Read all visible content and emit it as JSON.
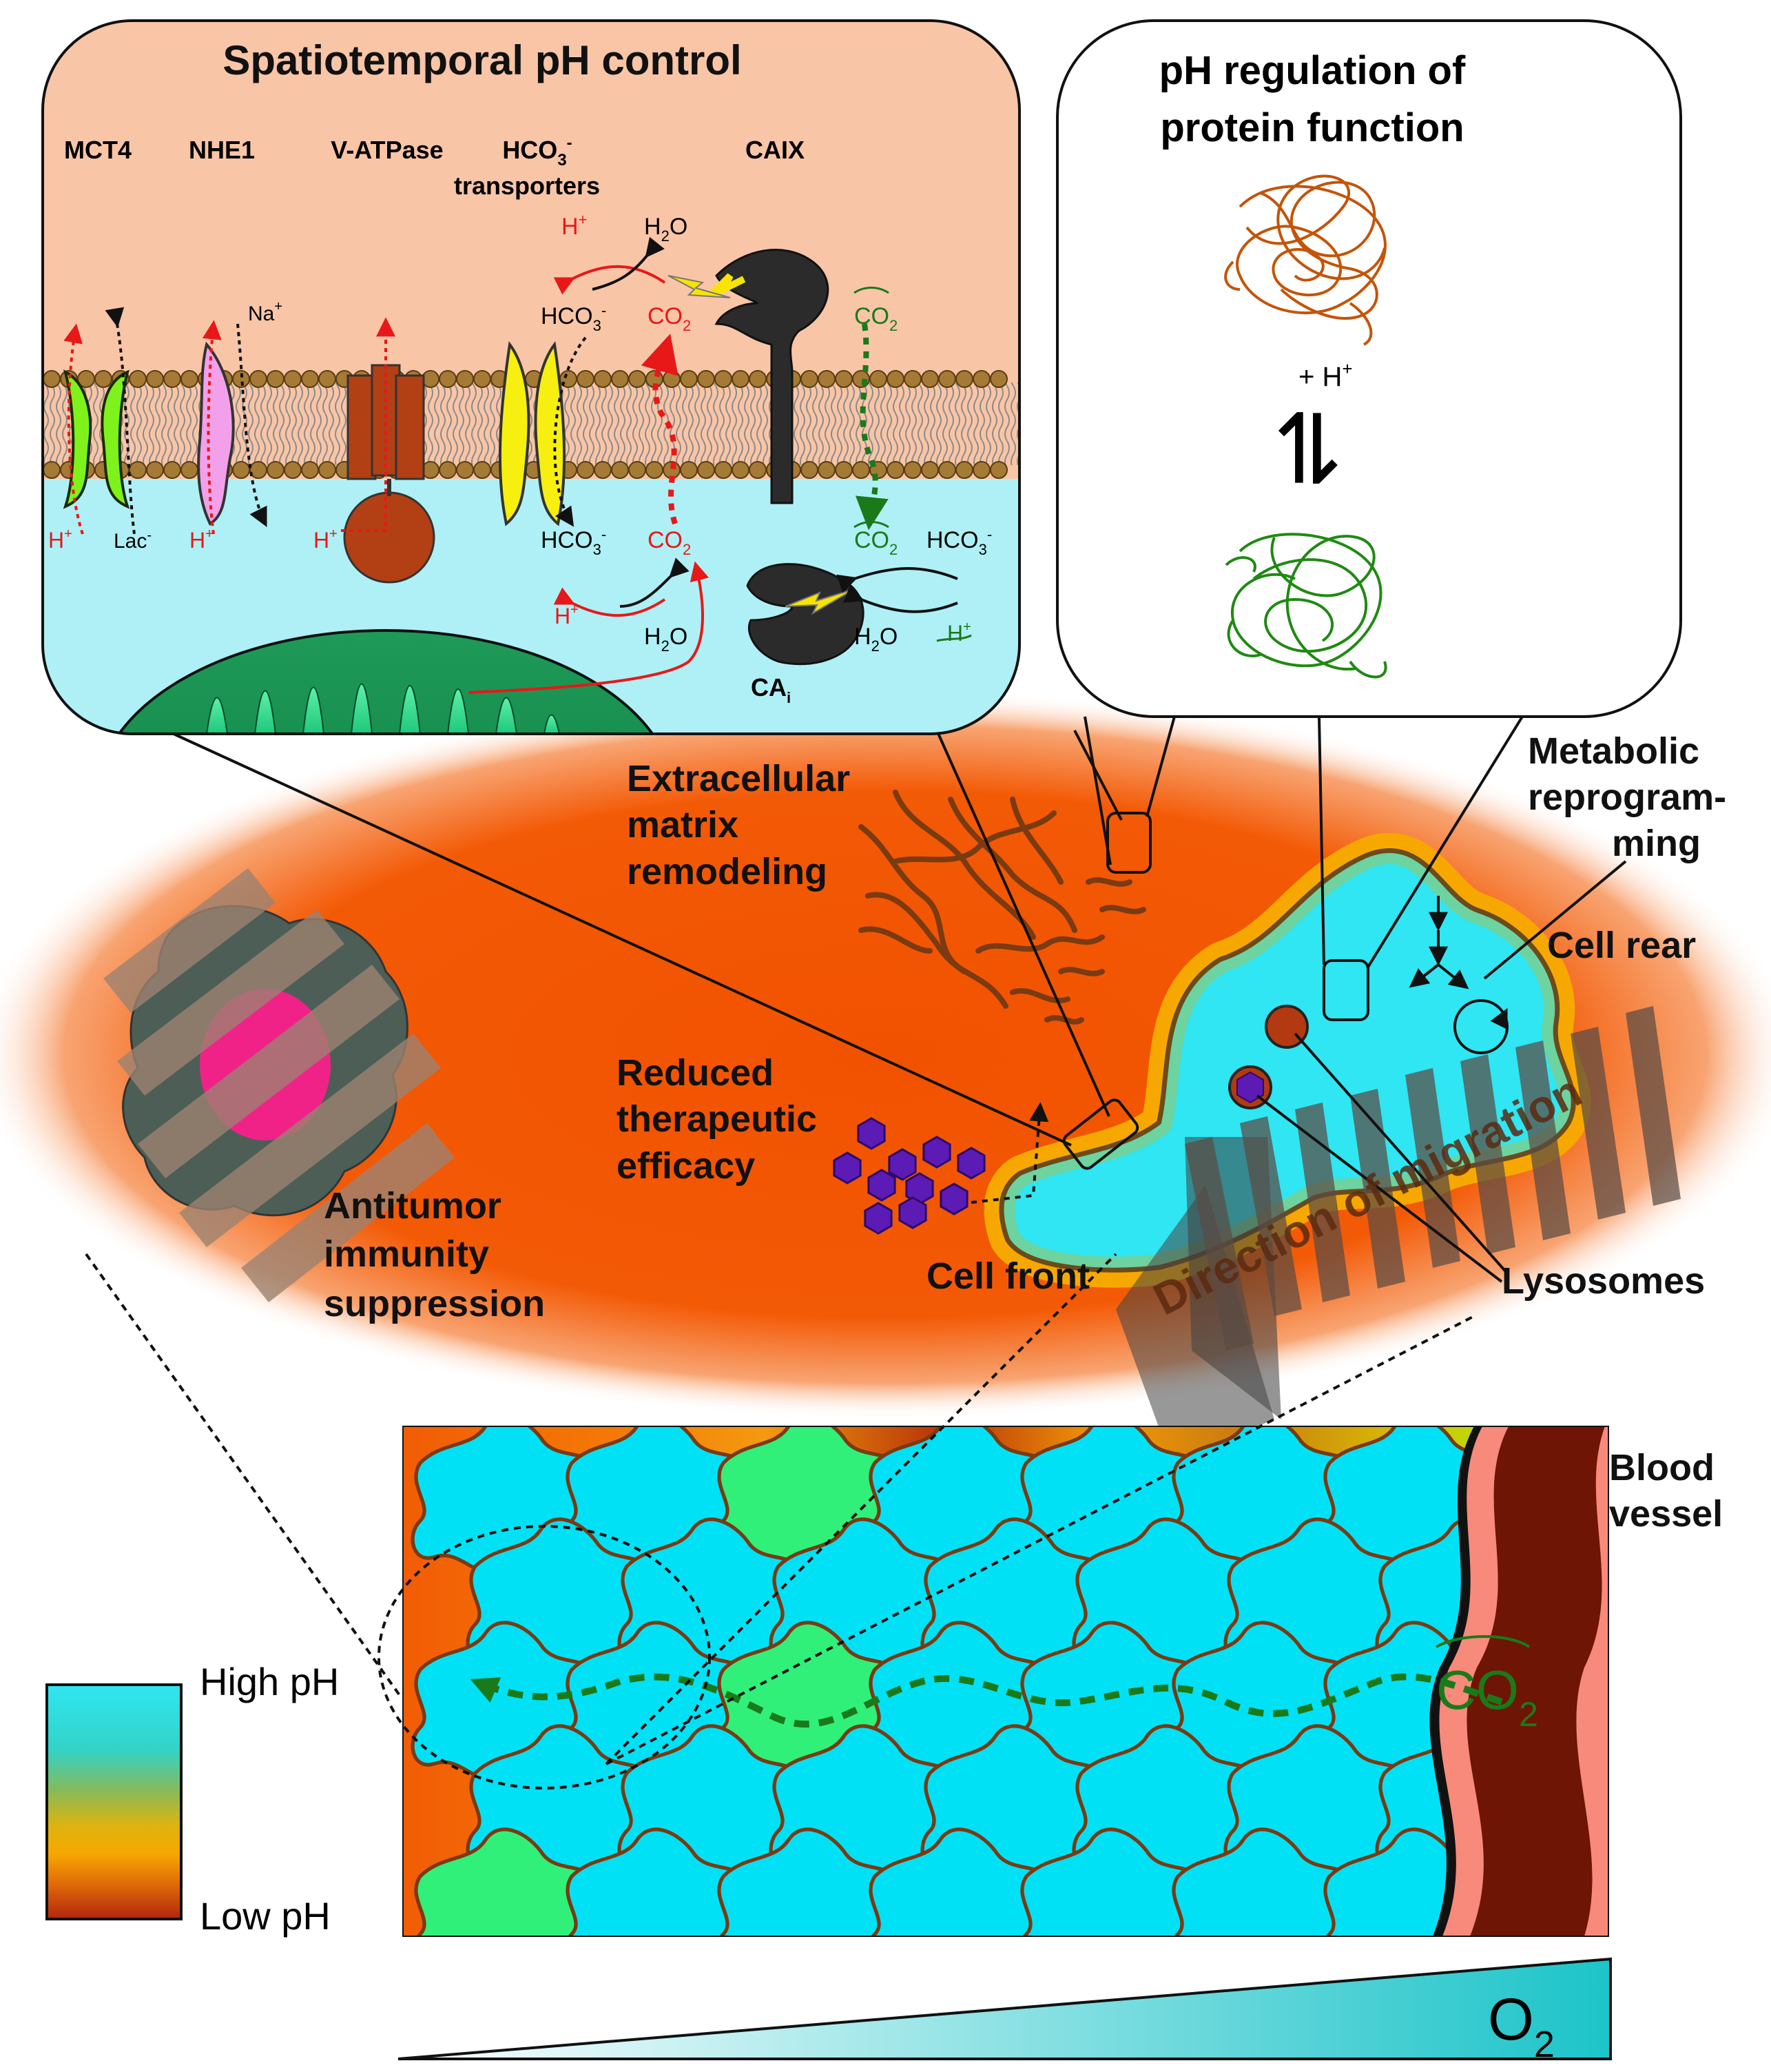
{
  "colors": {
    "high_ph": "#2fe6f2",
    "low_ph": "#b3260e",
    "mid_ph": "#f7a800",
    "ph_panel_bg": "#f9c5a7",
    "cytosol": "#aef0f6",
    "membrane_head": "#a57a35",
    "co2_green": "#1a7a1a",
    "proton_red": "#e81818",
    "cell_cyan": "#00e1f6",
    "cell_green": "#30f07a",
    "tumor_orange": "#f25a05",
    "vessel_dark": "#6e1505",
    "vessel_pink": "#f78a7a",
    "lysosome": "#b33a10",
    "drug_purple": "#5c1bb5",
    "folded_protein": "#c45408",
    "unfolded_protein": "#1f8a12"
  },
  "panel_ph_control": {
    "title": "Spatiotemporal pH control",
    "transporters": {
      "mct4": "MCT4",
      "nhe1": "NHE1",
      "vatpase": "V-ATPase",
      "hco3_label": "HCO",
      "hco3_sub": "3",
      "hco3_sup": "-",
      "hco3_line2": "transporters",
      "caix": "CAIX"
    },
    "species": {
      "h": "H",
      "h_sup": "+",
      "na": "Na",
      "na_sup": "+",
      "lac": "Lac",
      "lac_sup": "-",
      "h2o_a": "H",
      "h2o_sub": "2",
      "h2o_b": "O",
      "co2_a": "CO",
      "co2_sub": "2",
      "hco3_a": "HCO",
      "hco3_sub": "3",
      "hco3_sup": "-"
    },
    "cai_a": "CA",
    "cai_sub": "i"
  },
  "panel_protein": {
    "title_line1": "pH regulation of",
    "title_line2": "protein function",
    "plus_h": "+ H",
    "plus_h_sup": "+",
    "equilibrium_symbol": "⇌"
  },
  "labels": {
    "ecm_line1": "Extracellular",
    "ecm_line2": "matrix",
    "ecm_line3": "remodeling",
    "metabolic_line1": "Metabolic",
    "metabolic_line2": "reprogram-",
    "metabolic_line3": "ming",
    "cell_rear": "Cell rear",
    "reduced_line1": "Reduced",
    "reduced_line2": "therapeutic",
    "reduced_line3": "efficacy",
    "antitumor_line1": "Antitumor",
    "antitumor_line2": "immunity",
    "antitumor_line3": "suppression",
    "cell_front": "Cell front",
    "direction": "Direction of migration",
    "lysosomes": "Lysosomes",
    "blood_line1": "Blood",
    "blood_line2": "vessel",
    "tissue_co2_a": "CO",
    "tissue_co2_sub": "2"
  },
  "legend": {
    "high": "High pH",
    "low": "Low pH"
  },
  "oxygen": {
    "label_a": "O",
    "label_sub": "2"
  }
}
